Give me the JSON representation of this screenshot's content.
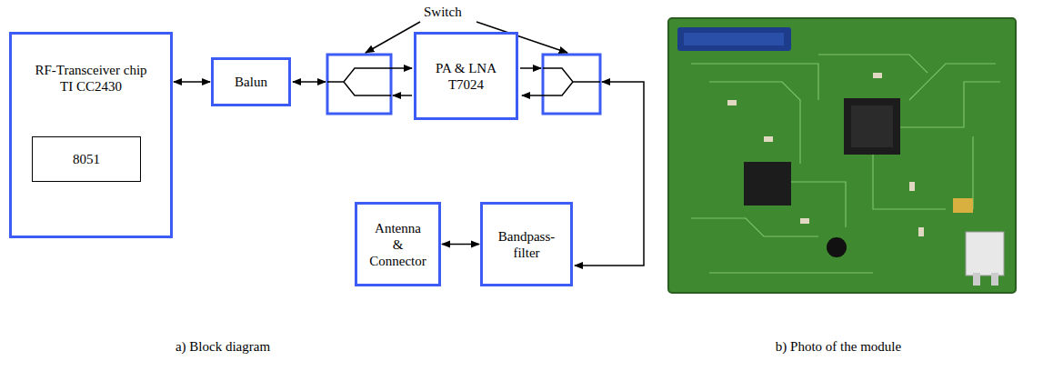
{
  "diagram": {
    "nodes": [
      {
        "text": [
          "RF-Transceiver chip TI CC2430"
        ]
      },
      {
        "text": [
          "8051"
        ],
        "in": 0
      },
      {
        "text": [
          "Balun"
        ]
      },
      {
        "text": [
          "PA & LNA T7024"
        ]
      },
      {
        "text": [
          "Antenna & Connector"
        ]
      },
      {
        "text": [
          "Bandpass- filter"
        ]
      }
    ],
    "edges": [
      {
        "from": 0,
        "to": 2,
        "arrow": "both"
      },
      {
        "from": 4,
        "to": 5,
        "arrow": "both"
      }
    ],
    "labels": [
      "Switch",
      "a) Block diagram",
      "b) Photo of the module"
    ]
  }
}
